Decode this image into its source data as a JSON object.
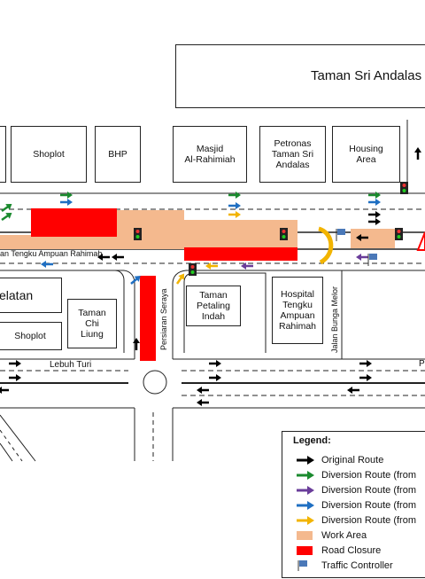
{
  "places": {
    "taman_sri_andalas": "Taman Sri Andalas",
    "shoplot_top": "Shoplot",
    "bhp": "BHP",
    "masjid": "Masjid\nAl-Rahimiah",
    "petronas": "Petronas\nTaman Sri\nAndalas",
    "housing": "Housing\nArea",
    "selatan": "elatan",
    "taman_chi_liung": "Taman\nChi\nLiung",
    "shoplot_bottom": "Shoplot",
    "taman_petaling": "Taman\nPetaling\nIndah",
    "hospital": "Hospital\nTengku\nAmpuan\nRahimah"
  },
  "roads": {
    "main_road": "an Tengku Ampuan Rahimah",
    "persiaran_seraya": "Persiaran Seraya",
    "jalan_bunga_melor": "Jalan Bunga Melor",
    "lebuh_turi": "Lebuh Turi",
    "right_cut": "P"
  },
  "legend": {
    "title": "Legend:",
    "items": [
      {
        "label": "Original Route",
        "color": "#000000",
        "kind": "arrow"
      },
      {
        "label": "Diversion Route (from",
        "color": "#1a8a2e",
        "kind": "arrow"
      },
      {
        "label": "Diversion Route (from",
        "color": "#6a3d9a",
        "kind": "arrow"
      },
      {
        "label": "Diversion Route (from",
        "color": "#1f6fc2",
        "kind": "arrow"
      },
      {
        "label": "Diversion Route (from",
        "color": "#f2b400",
        "kind": "arrow"
      },
      {
        "label": "Work Area",
        "color": "#f4b98e",
        "kind": "rect"
      },
      {
        "label": "Road Closure",
        "color": "#ff0000",
        "kind": "rect"
      },
      {
        "label": "Traffic Controller",
        "color": "#4a78b8",
        "kind": "flag"
      }
    ]
  }
}
